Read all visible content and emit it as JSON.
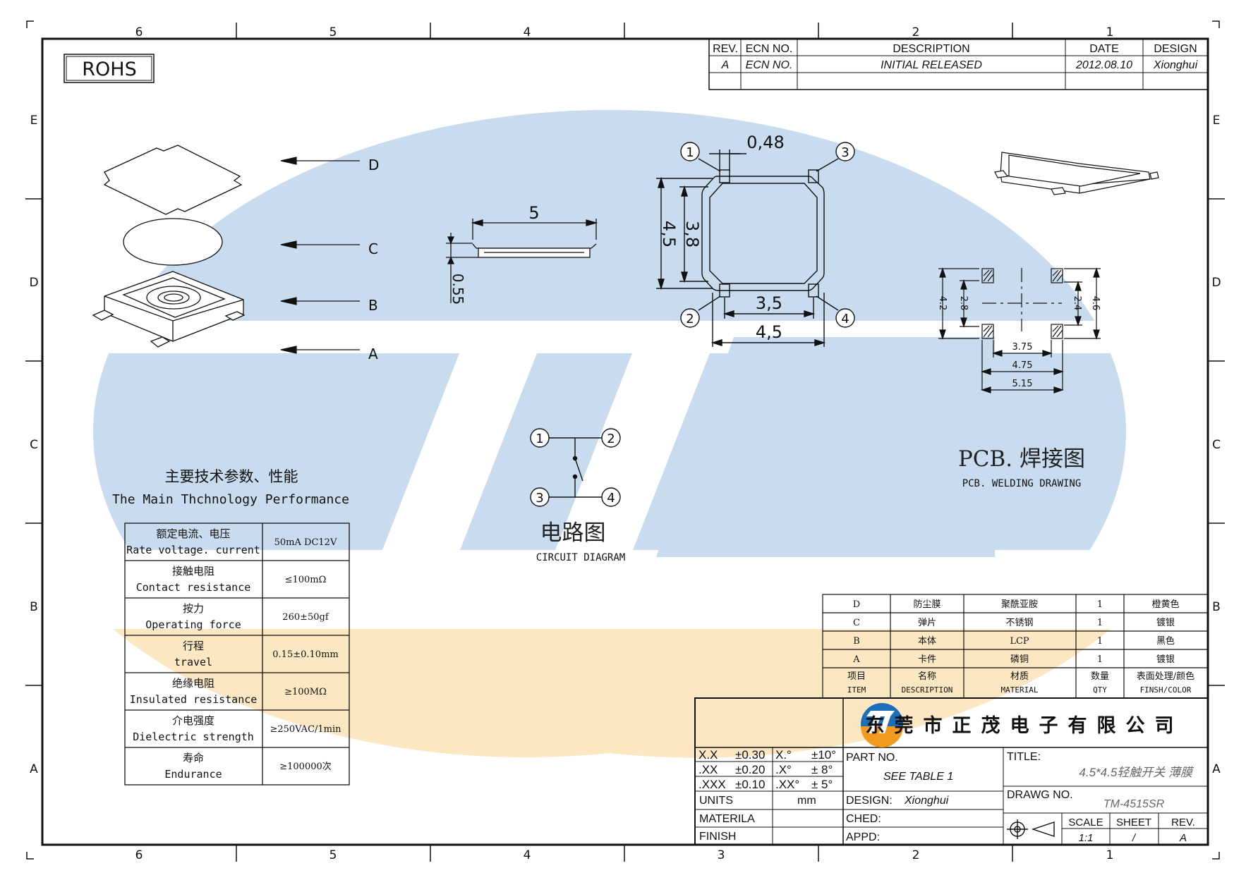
{
  "frame": {
    "zones_x": [
      "6",
      "5",
      "4",
      "3",
      "2",
      "1"
    ],
    "zones_y": [
      "E",
      "D",
      "C",
      "B",
      "A"
    ],
    "rohs": "ROHS"
  },
  "revision_block": {
    "headers": [
      "REV.",
      "ECN NO.",
      "DESCRIPTION",
      "DATE",
      "DESIGN"
    ],
    "rows": [
      [
        "A",
        "ECN NO.",
        "INITIAL RELEASED",
        "2012.08.10",
        "Xionghui"
      ]
    ]
  },
  "exploded": {
    "labels": [
      "D",
      "C",
      "B",
      "A"
    ]
  },
  "dimensions": {
    "side_width": "5",
    "side_height": "0.55",
    "top_pin_gap": "0,48",
    "body_height_outer": "4,5",
    "body_height_inner": "3,8",
    "pin_span_inner": "3,5",
    "body_width": "4,5",
    "pins": [
      "1",
      "3",
      "2",
      "4"
    ]
  },
  "pcb": {
    "dims": [
      "4.2",
      "2.8",
      "2.4",
      "4.6",
      "3.75",
      "4.75",
      "5.15"
    ],
    "title_cn": "PCB. 焊接图",
    "title_en": "PCB. WELDING DRAWING"
  },
  "circuit": {
    "pins": [
      "1",
      "2",
      "3",
      "4"
    ],
    "title_cn": "电路图",
    "title_en": "CIRCUIT DIAGRAM"
  },
  "performance": {
    "title_cn": "主要技术参数、性能",
    "title_en": "The Main Thchnology Performance",
    "rows": [
      {
        "cn": "额定电流、电压",
        "en": "Rate voltage. current",
        "value": "50mA DC12V"
      },
      {
        "cn": "接触电阻",
        "en": "Contact resistance",
        "value": "≤100mΩ"
      },
      {
        "cn": "按力",
        "en": "Operating force",
        "value": "260±50gf"
      },
      {
        "cn": "行程",
        "en": "travel",
        "value": "0.15±0.10mm"
      },
      {
        "cn": "绝缘电阻",
        "en": "Insulated resistance",
        "value": "≥100MΩ"
      },
      {
        "cn": "介电强度",
        "en": "Dielectric strength",
        "value": "≥250VAC/1min"
      },
      {
        "cn": "寿命",
        "en": "Endurance",
        "value": "≥100000次"
      }
    ]
  },
  "bom": {
    "rows": [
      [
        "D",
        "防尘膜",
        "聚酰亚胺",
        "1",
        "橙黄色"
      ],
      [
        "C",
        "弹片",
        "不锈钢",
        "1",
        "镀银"
      ],
      [
        "B",
        "本体",
        "LCP",
        "1",
        "黑色"
      ],
      [
        "A",
        "卡件",
        "磷铜",
        "1",
        "镀银"
      ]
    ],
    "header_cn": [
      "项目",
      "名称",
      "材质",
      "数量",
      "表面处理/颜色"
    ],
    "header_en": [
      "ITEM",
      "DESCRIPTION",
      "MATERIAL",
      "QTY",
      "FINSH/COLOR"
    ]
  },
  "title_block": {
    "company": "东莞市正茂电子有限公司",
    "tolerances": [
      [
        "X.X",
        "±0.30",
        "X.°",
        "±10°"
      ],
      [
        ".XX",
        "±0.20",
        ".X°",
        "± 8°"
      ],
      [
        ".XXX",
        "±0.10",
        ".XX°",
        "± 5°"
      ]
    ],
    "units_label": "UNITS",
    "units_value": "mm",
    "materila_label": "MATERILA",
    "finish_label": "FINISH",
    "part_no_label": "PART NO.",
    "part_no_value": "SEE TABLE 1",
    "design_label": "DESIGN:",
    "design_value": "Xionghui",
    "ched_label": "CHED:",
    "appd_label": "APPD:",
    "title_label": "TITLE:",
    "title_value": "4.5*4.5轻触开关 薄膜",
    "drawg_label": "DRAWG NO.",
    "drawg_value": "TM-4515SR",
    "scale_label": "SCALE",
    "scale_value": "1:1",
    "sheet_label": "SHEET",
    "sheet_value": "/",
    "rev_label": "REV.",
    "rev_value": "A"
  },
  "colors": {
    "watermark_blue": "#c9dbee",
    "watermark_yellow": "#fbe7c2",
    "ink": "#111111",
    "logo_blue": "#1b6fb8",
    "logo_orange": "#f29a1f"
  }
}
